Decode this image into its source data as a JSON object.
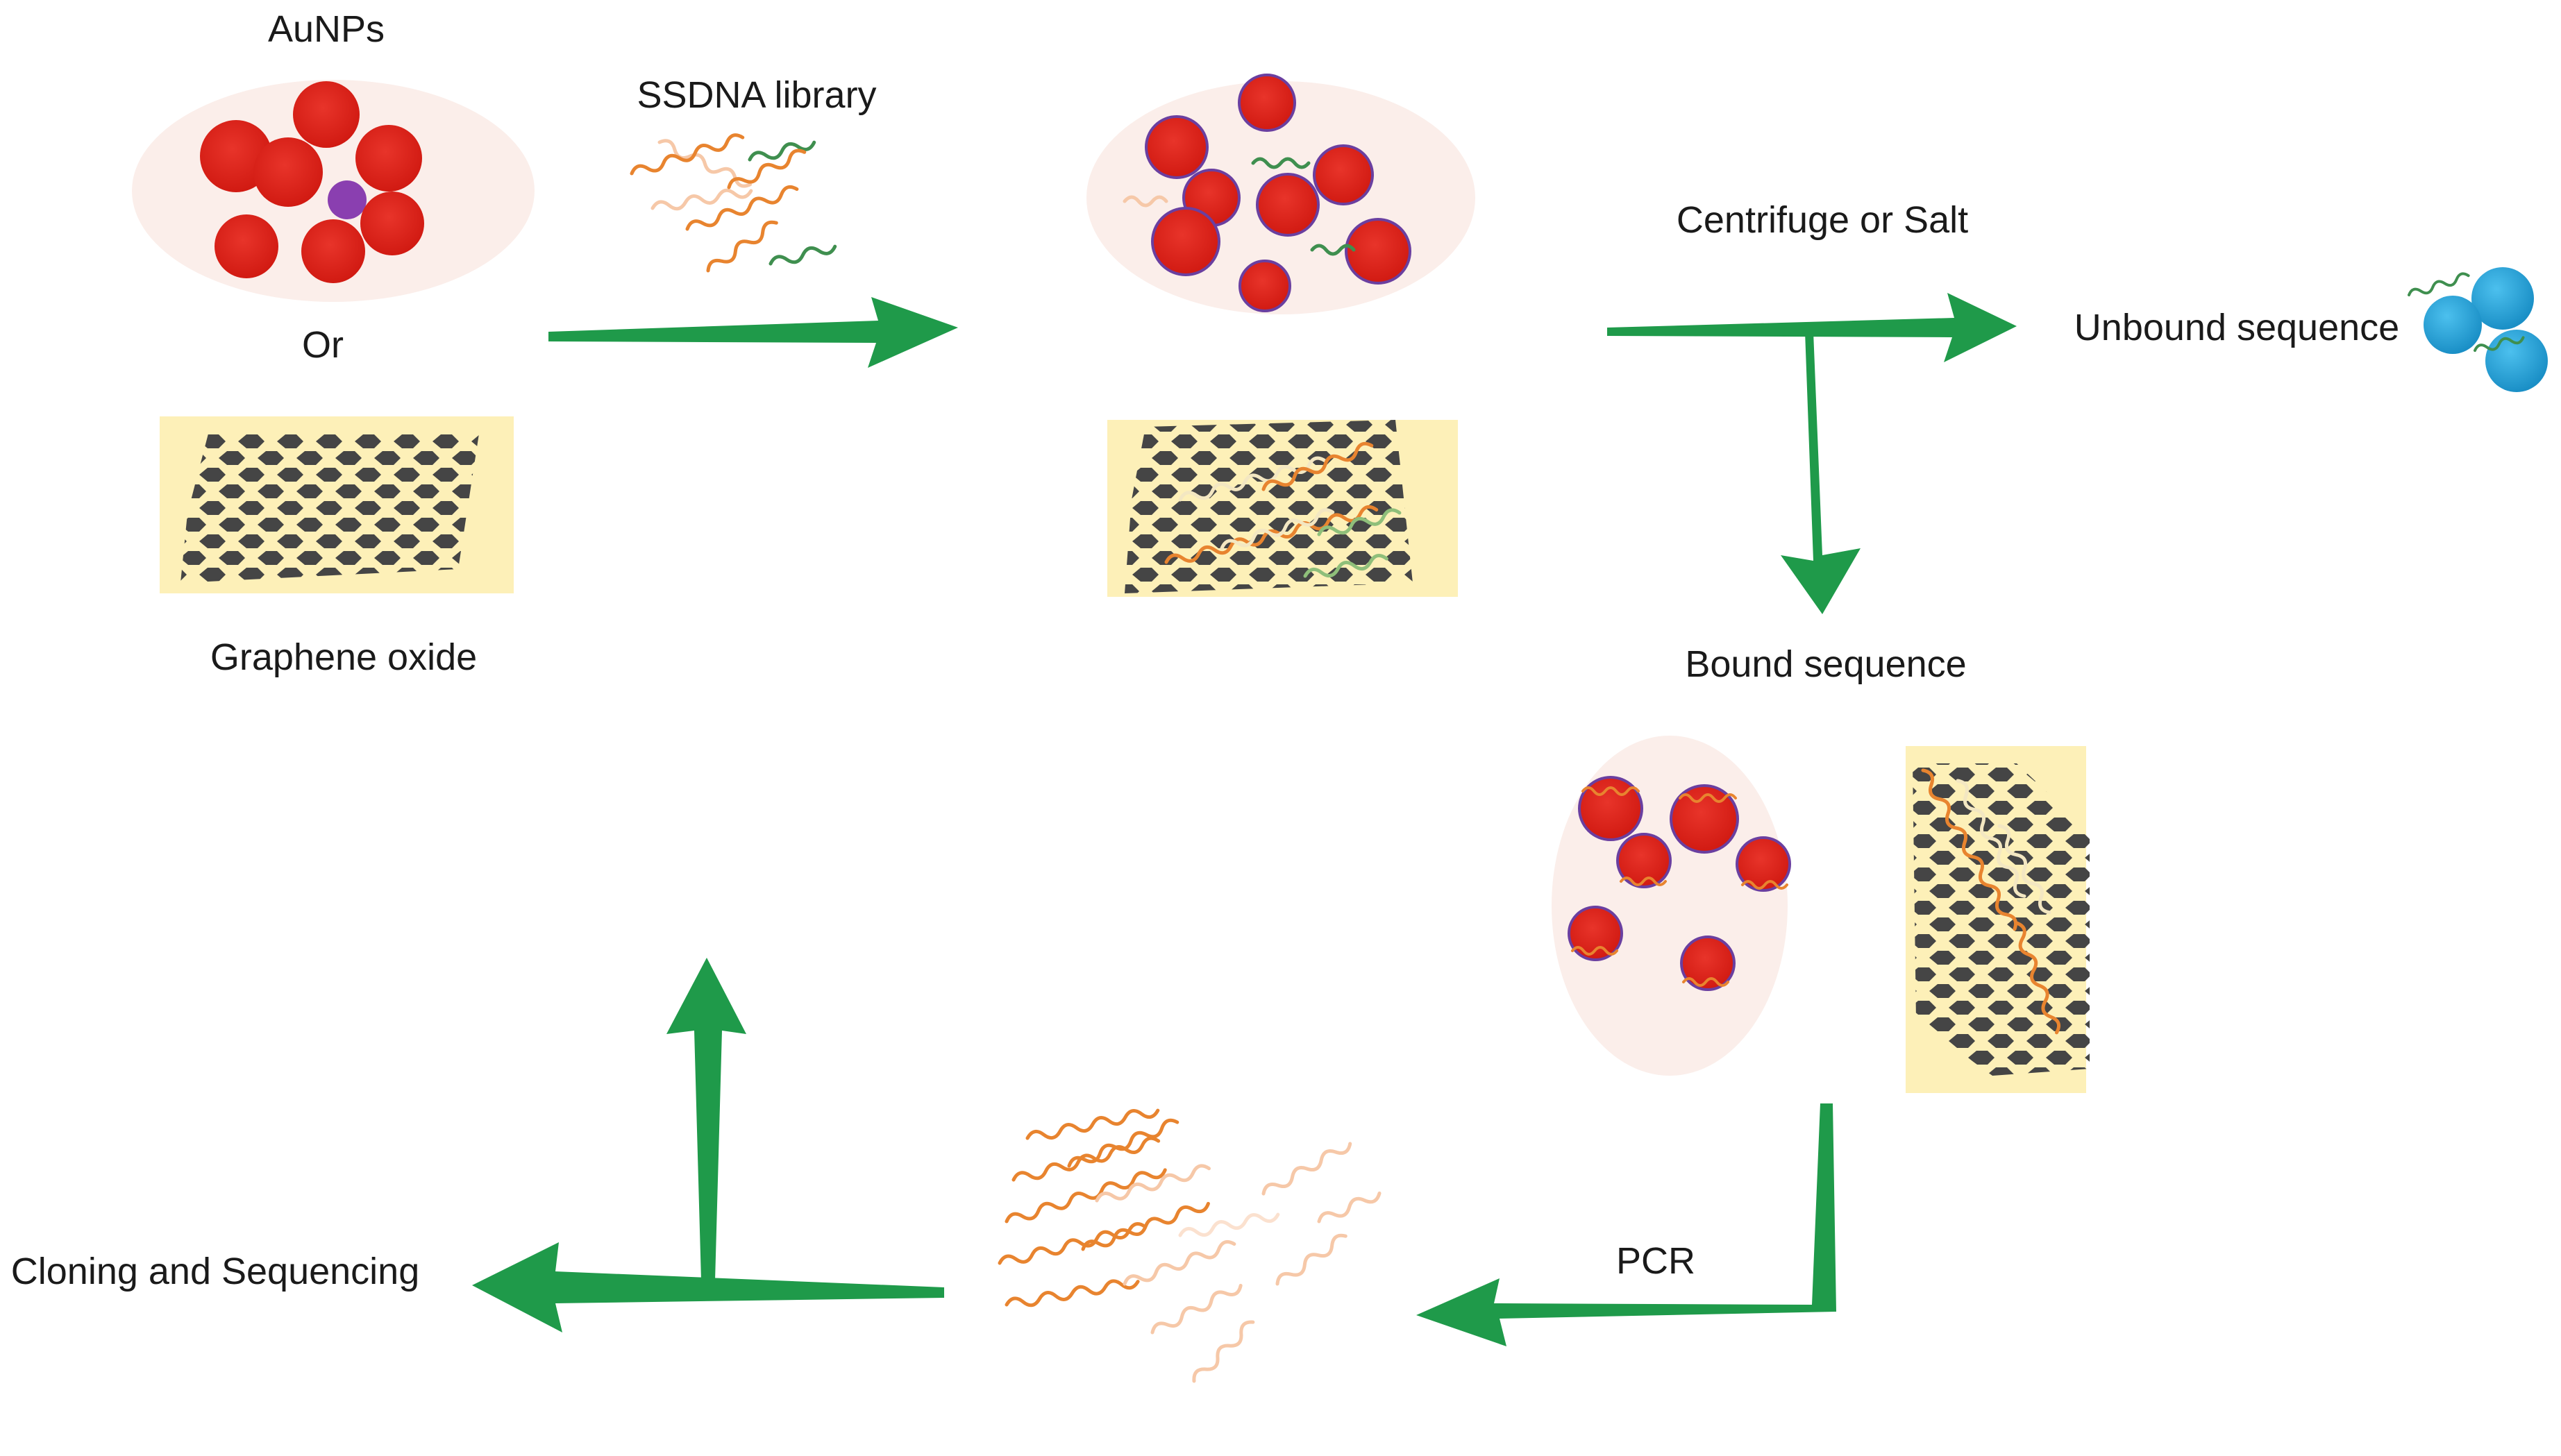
{
  "labels": {
    "aunps": "AuNPs",
    "or": "Or",
    "graphene_oxide": "Graphene oxide",
    "ssdna_library": "SSDNA library",
    "centrifuge_or_salt": "Centrifuge or Salt",
    "unbound_sequence": "Unbound sequence",
    "bound_sequence": "Bound sequence",
    "pcr": "PCR",
    "cloning_and_sequencing": "Cloning and Sequencing"
  },
  "colors": {
    "arrow": "#1f9a4a",
    "nanoparticle": "#e0251b",
    "nanoparticle_rim": "#6a3fa0",
    "ellipse_bg": "#fbeeea",
    "graphene_bg": "#fdf0b8",
    "graphene_hex": "#454545",
    "unbound_particle": "#1ea2d8",
    "dna_orange": "#e8842f",
    "dna_light": "#f6c8a8",
    "dna_green": "#3f8f4f",
    "dna_cream": "#f3e7c2"
  }
}
